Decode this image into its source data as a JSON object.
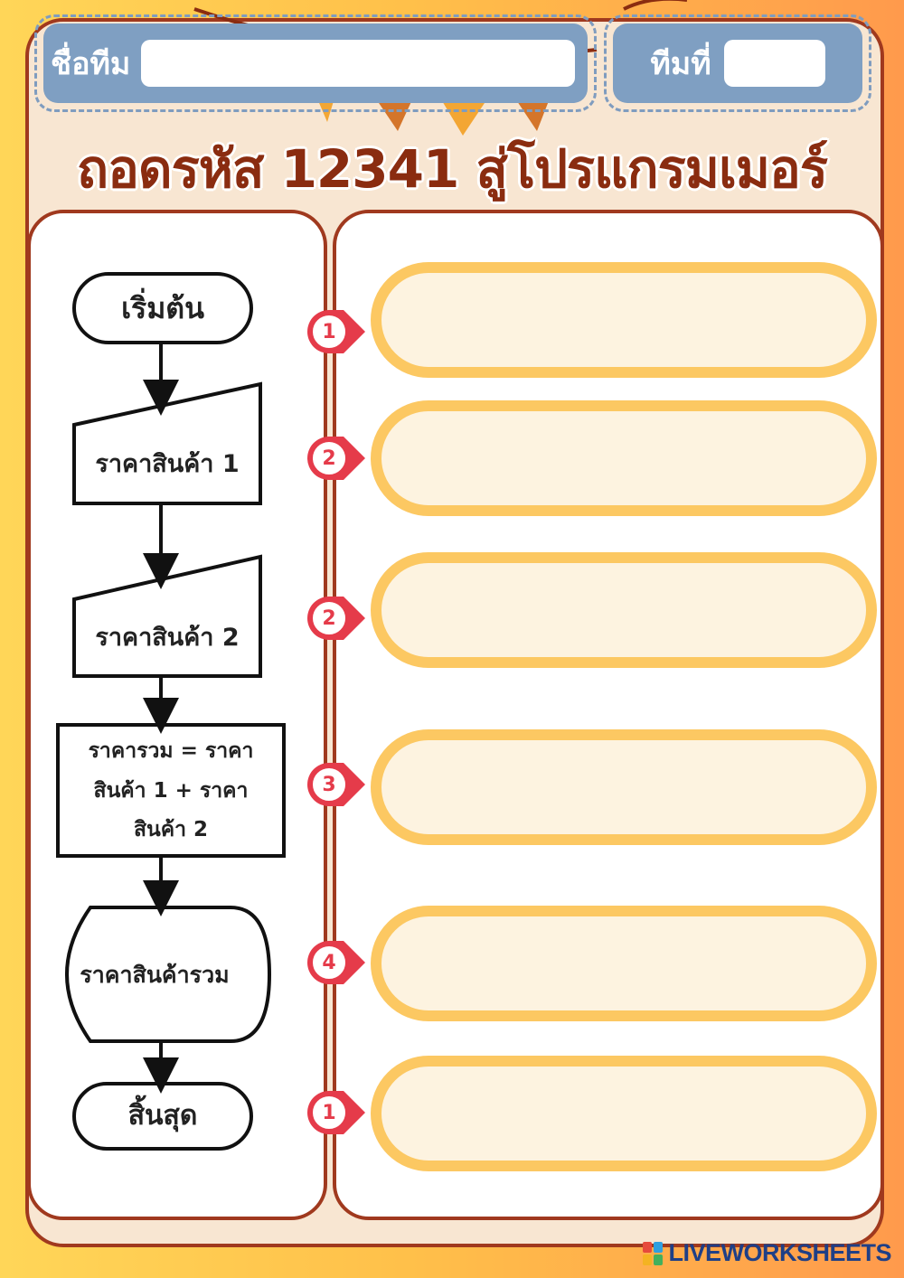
{
  "header": {
    "team_name_label": "ชื่อทีม",
    "team_name_value": "",
    "team_number_label": "ทีมที่",
    "team_number_value": ""
  },
  "title": "ถอดรหัส 12341 สู่โปรแกรมเมอร์",
  "flowchart": {
    "start": "เริ่มต้น",
    "input_1": "ราคาสินค้า 1",
    "input_2": "ราคาสินค้า 2",
    "process_line_1": "ราคารวม = ราคา",
    "process_line_2": "สินค้า 1 + ราคา",
    "process_line_3": "สินค้า 2",
    "display": "ราคาสินค้ารวม",
    "end": "สิ้นสุด"
  },
  "answers": [
    {
      "number": "1",
      "value": ""
    },
    {
      "number": "2",
      "value": ""
    },
    {
      "number": "2",
      "value": ""
    },
    {
      "number": "3",
      "value": ""
    },
    {
      "number": "4",
      "value": ""
    },
    {
      "number": "1",
      "value": ""
    }
  ],
  "colors": {
    "border": "#a0391e",
    "answer_border": "#fcc862",
    "marker": "#e53b4a",
    "header": "#7f9fc2"
  },
  "footer": {
    "brand_text": "LIVEWORKSHEETS",
    "brand_icon": "liveworksheets-logo-icon"
  }
}
